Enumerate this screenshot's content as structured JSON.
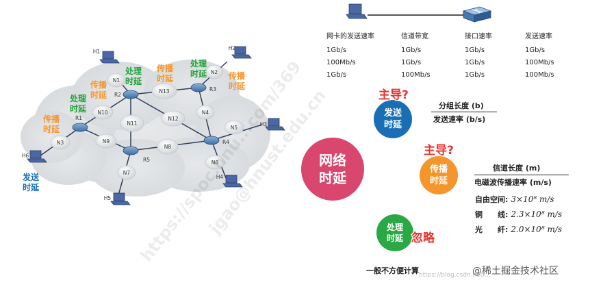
{
  "network": {
    "routers": [
      "R1",
      "R2",
      "R3",
      "R4",
      "R5"
    ],
    "nodes": [
      "N1",
      "N2",
      "N3",
      "N4",
      "N5",
      "N6",
      "N7",
      "N8",
      "N9",
      "N10",
      "N11",
      "N12",
      "N13"
    ],
    "hosts": [
      "H1",
      "H2",
      "H3",
      "H4",
      "H5",
      "H6"
    ],
    "labels": {
      "proc_r2": [
        "处理",
        "时延"
      ],
      "prop_r2r3": [
        "传播",
        "时延"
      ],
      "proc_r3": [
        "处理",
        "时延"
      ],
      "prop_r3": [
        "传播",
        "时延"
      ],
      "prop_n1": [
        "传播",
        "时延"
      ],
      "proc_r1": [
        "处理",
        "时延"
      ],
      "prop_r1": [
        "传播",
        "时延"
      ],
      "send_h6": [
        "发送",
        "时延"
      ]
    }
  },
  "top_links": {
    "headers": [
      "网卡的发送速率",
      "信道带宽",
      "接口速率",
      "发送速率"
    ],
    "rows": [
      [
        "1Gb/s",
        "1Gb/s",
        "1Gb/s",
        "1Gb/s"
      ],
      [
        "100Mb/s",
        "1Gb/s",
        "1Gb/s",
        "100Mb/s"
      ],
      [
        "1Gb/s",
        "100Mb/s",
        "1Gb/s",
        "100Mb/s"
      ]
    ]
  },
  "delay": {
    "main": [
      "网络",
      "时延"
    ],
    "send": {
      "label": [
        "发送",
        "时延"
      ],
      "tag": "主导?",
      "numerator": "分组长度 (b)",
      "denominator": "发送速率 (b/s)",
      "color": "#1a6fb4"
    },
    "prop": {
      "label": [
        "传播",
        "时延"
      ],
      "tag": "主导?",
      "numerator": "信道长度 (m)",
      "denominator": "电磁波传播速率 (m/s)",
      "color": "#f5962c",
      "media": [
        {
          "name": "自由空间:",
          "value": "3×10⁸  m/s"
        },
        {
          "name": "铜　　线:",
          "value": "2.3×10⁸  m/s"
        },
        {
          "name": "光　　纤:",
          "value": "2.0×10⁸  m/s"
        }
      ]
    },
    "proc": {
      "label": [
        "处理",
        "时延"
      ],
      "tag": "忽略",
      "note": "一般不方便计算",
      "color": "#2aa845"
    },
    "main_color": "#d9476e"
  },
  "watermarks": {
    "left1": "https://spoc.hnu...com/369",
    "left2": "jgao@hnust.edu.cn",
    "bottom_url": "https://blog.csdn.net/...",
    "brand": "@稀土掘金技术社区"
  }
}
